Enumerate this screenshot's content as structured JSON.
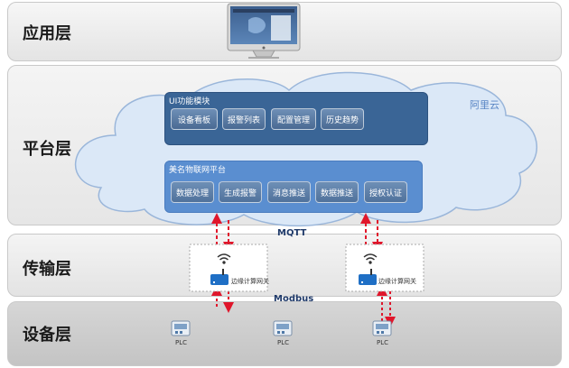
{
  "layers": {
    "app": "应用层",
    "platform": "平台层",
    "transport": "传输层",
    "device": "设备层"
  },
  "cloud": {
    "name": "阿里云",
    "ui_module": {
      "title": "UI功能模块",
      "buttons": [
        "设备看板",
        "报警列表",
        "配置管理",
        "历史趋势"
      ]
    },
    "iot_platform": {
      "title": "美名物联网平台",
      "buttons": [
        "数据处理",
        "生成报警",
        "消息推送",
        "数据推送",
        "授权认证"
      ]
    }
  },
  "protocols": {
    "upper": "MQTT",
    "lower": "Modbus"
  },
  "gateways": [
    "边缘计算网关",
    "边缘计算网关"
  ],
  "devices": [
    "PLC",
    "PLC",
    "PLC"
  ],
  "colors": {
    "arrow": "#e0162b",
    "cloud_fill": "#dbe8f7",
    "cloud_stroke": "#9ab6da",
    "ui_box": "#3a6596",
    "iot_box": "#5a8ed0"
  }
}
